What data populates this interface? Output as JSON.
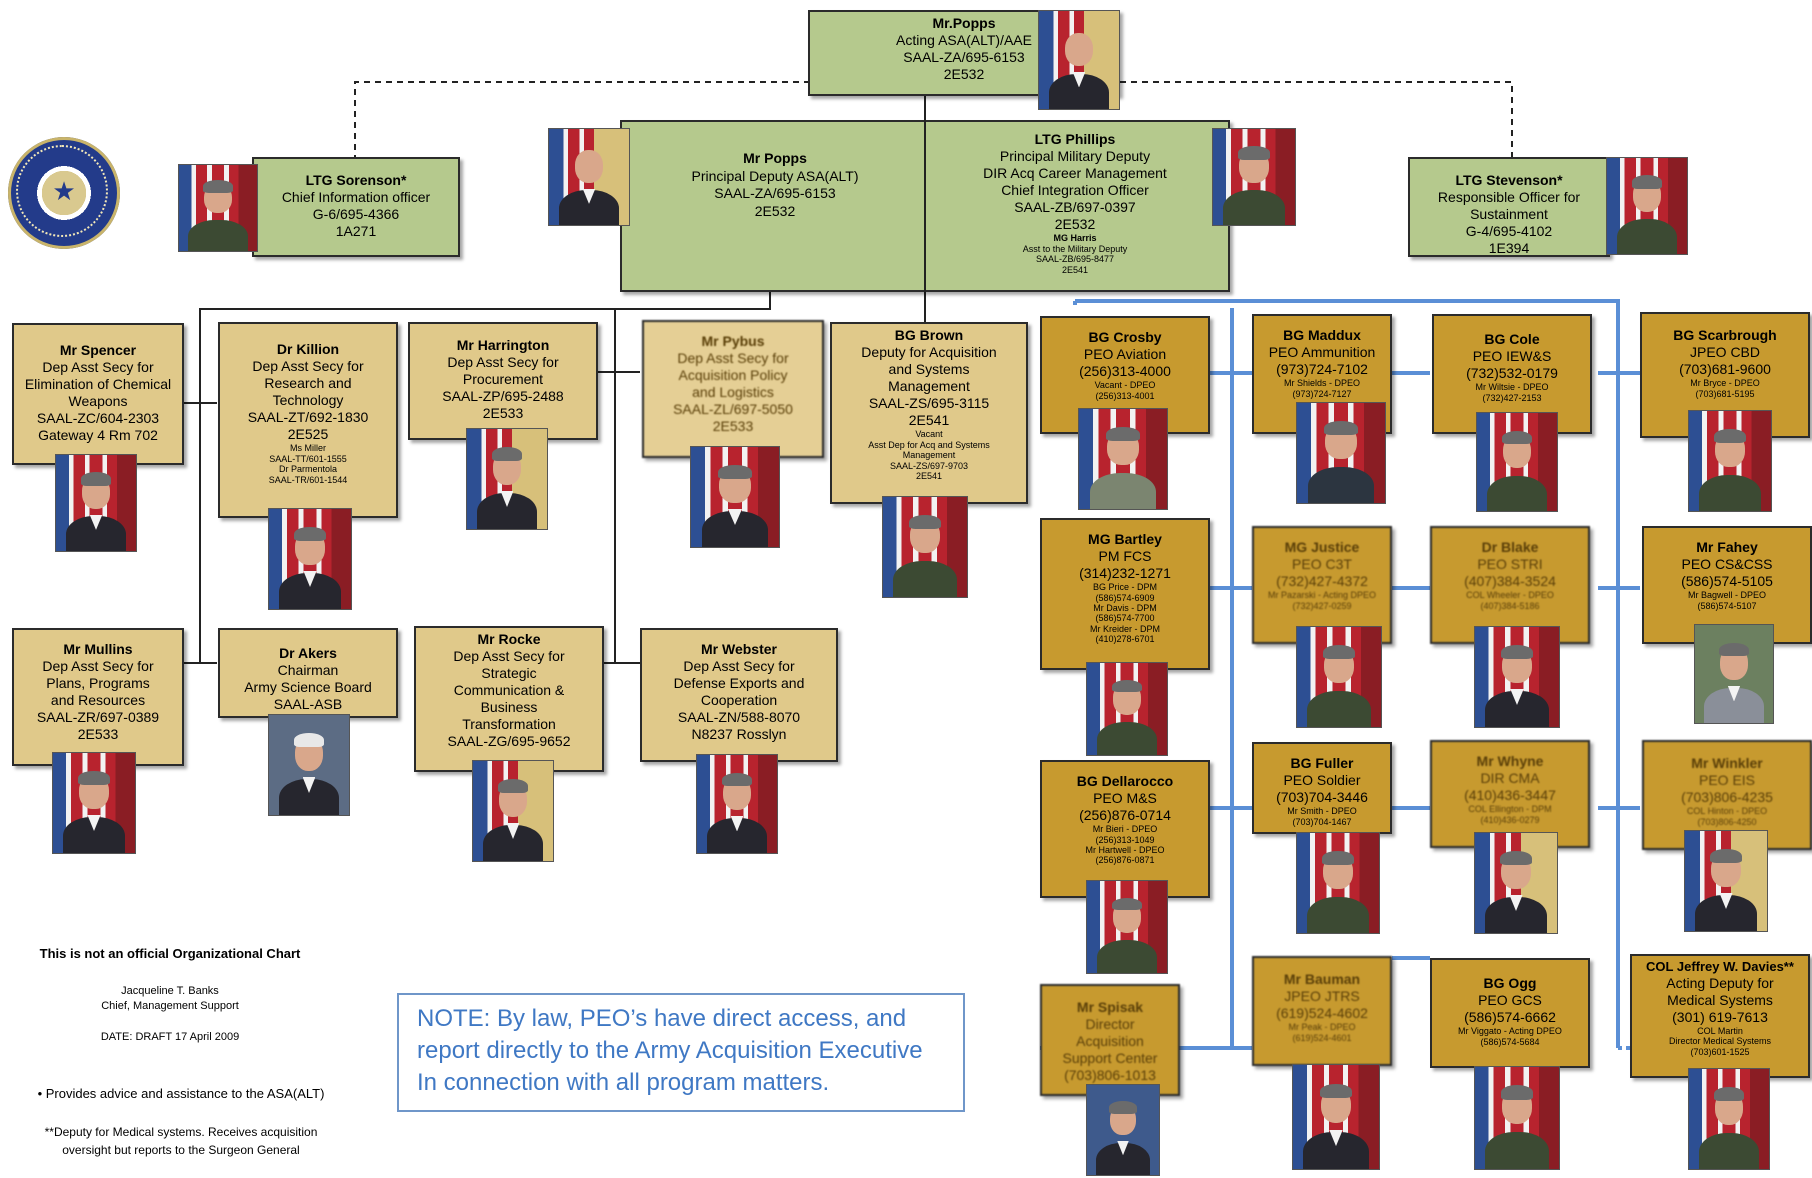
{
  "top": {
    "name": "Mr.Popps",
    "title": "Acting ASA(ALT)/AAE",
    "line1": "SAAL-ZA/695-6153",
    "line2": "2E532"
  },
  "principal_left": {
    "name": "Mr Popps",
    "title": "Principal Deputy ASA(ALT)",
    "line1": "SAAL-ZA/695-6153",
    "line2": "2E532"
  },
  "principal_right": {
    "name": "LTG Phillips",
    "title": "Principal Military Deputy",
    "l1": "DIR Acq Career Management",
    "l2": "Chief Integration Officer",
    "l3": "SAAL-ZB/697-0397",
    "l4": "2E532",
    "sub_name": "MG Harris",
    "sub_title": "Asst to the Military Deputy",
    "sub_l1": "SAAL-ZB/695-8477",
    "sub_l2": "2E541"
  },
  "sorenson": {
    "name": "LTG Sorenson*",
    "title": "Chief Information officer",
    "l1": "G-6/695-4366",
    "l2": "1A271"
  },
  "stevenson": {
    "name": "LTG Stevenson*",
    "t1": "Responsible Officer for",
    "t2": "Sustainment",
    "l1": "G-4/695-4102",
    "l2": "1E394"
  },
  "deputies": {
    "spencer": {
      "name": "Mr Spencer",
      "t1": "Dep Asst Secy for",
      "t2": "Elimination of Chemical",
      "t3": "Weapons",
      "l1": "SAAL-ZC/604-2303",
      "l2": "Gateway 4 Rm 702"
    },
    "killion": {
      "name": "Dr Killion",
      "t1": "Dep Asst Secy for",
      "t2": "Research and",
      "t3": "Technology",
      "l1": "SAAL-ZT/692-1830",
      "l2": "2E525",
      "s1": "Ms Miller",
      "s2": "SAAL-TT/601-1555",
      "s3": "Dr Parmentola",
      "s4": "SAAL-TR/601-1544"
    },
    "harrington": {
      "name": "Mr Harrington",
      "t1": "Dep Asst Secy for",
      "t2": "Procurement",
      "l1": "SAAL-ZP/695-2488",
      "l2": "2E533"
    },
    "pybus": {
      "name": "Mr Pybus",
      "t1": "Dep Asst Secy for",
      "t2": "Acquisition Policy",
      "t3": "and Logistics",
      "l1": "SAAL-ZL/697-5050",
      "l2": "2E533"
    },
    "brown": {
      "name": "BG Brown",
      "t1": "Deputy for Acquisition",
      "t2": "and Systems",
      "t3": "Management",
      "l1": "SAAL-ZS/695-3115",
      "l2": "2E541",
      "s1": "Vacant",
      "s2": "Asst Dep for Acq and Systems",
      "s3": "Management",
      "s4": "SAAL-ZS/697-9703",
      "s5": "2E541"
    },
    "mullins": {
      "name": "Mr Mullins",
      "t1": "Dep Asst Secy for",
      "t2": "Plans, Programs",
      "t3": "and Resources",
      "l1": "SAAL-ZR/697-0389",
      "l2": "2E533"
    },
    "akers": {
      "name": "Dr Akers",
      "t1": "Chairman",
      "t2": "Army Science Board",
      "l1": "SAAL-ASB"
    },
    "rocke": {
      "name": "Mr Rocke",
      "t1": "Dep Asst Secy for",
      "t2": "Strategic",
      "t3": "Communication &",
      "t4": "Business",
      "t5": "Transformation",
      "l1": "SAAL-ZG/695-9652"
    },
    "webster": {
      "name": "Mr Webster",
      "t1": "Dep Asst Secy for",
      "t2": "Defense Exports and",
      "t3": "Cooperation",
      "l1": "SAAL-ZN/588-8070",
      "l2": "N8237 Rosslyn"
    }
  },
  "peos": {
    "crosby": {
      "name": "BG Crosby",
      "t1": "PEO Aviation",
      "phone": "(256)313-4000",
      "s1": "Vacant - DPEO",
      "s2": "(256)313-4001"
    },
    "bartley": {
      "name": "MG Bartley",
      "t1": "PM FCS",
      "phone": "(314)232-1271",
      "s1": "BG Price - DPM",
      "s2": "(586)574-6909",
      "s3": "Mr Davis - DPM",
      "s4": "(586)574-7700",
      "s5": "Mr Kreider - DPM",
      "s6": "(410)278-6701"
    },
    "dellarocco": {
      "name": "BG Dellarocco",
      "t1": "PEO M&S",
      "phone": "(256)876-0714",
      "s1": "Mr Bieri - DPEO",
      "s2": "(256)313-1049",
      "s3": "Mr Hartwell - DPEO",
      "s4": "(256)876-0871"
    },
    "spisak": {
      "name": "Mr Spisak",
      "t1": "Director",
      "t2": "Acquisition",
      "t3": "Support Center",
      "phone": "(703)806-1013"
    },
    "maddux": {
      "name": "BG Maddux",
      "t1": "PEO Ammunition",
      "phone": "(973)724-7102",
      "s1": "Mr Shields - DPEO",
      "s2": "(973)724-7127"
    },
    "cole": {
      "name": "BG Cole",
      "t1": "PEO IEW&S",
      "phone": "(732)532-0179",
      "s1": "Mr Wiltsie - DPEO",
      "s2": "(732)427-2153"
    },
    "justice": {
      "name": "MG Justice",
      "t1": "PEO C3T",
      "phone": "(732)427-4372",
      "s1": "Mr Pazarski - Acting DPEO",
      "s2": "(732)427-0259"
    },
    "blake": {
      "name": "Dr Blake",
      "t1": "PEO STRI",
      "phone": "(407)384-3524",
      "s1": "COL Wheeler - DPEO",
      "s2": "(407)384-5186"
    },
    "fuller": {
      "name": "BG Fuller",
      "t1": "PEO Soldier",
      "phone": "(703)704-3446",
      "s1": "Mr Smith - DPEO",
      "s2": "(703)704-1467"
    },
    "whyne": {
      "name": "Mr Whyne",
      "t1": "DIR CMA",
      "phone": "(410)436-3447",
      "s1": "COL Ellington - DPM",
      "s2": "(410)436-0279"
    },
    "bauman": {
      "name": "Mr Bauman",
      "t1": "JPEO JTRS",
      "phone": "(619)524-4602",
      "s1": "Mr Peak - DPEO",
      "s2": "(619)524-4601"
    },
    "ogg": {
      "name": "BG Ogg",
      "t1": "PEO GCS",
      "phone": "(586)574-6662",
      "s1": "Mr Viggato - Acting DPEO",
      "s2": "(586)574-5684"
    },
    "scarbrough": {
      "name": "BG Scarbrough",
      "t1": "JPEO CBD",
      "phone": "(703)681-9600",
      "s1": "Mr Bryce - DPEO",
      "s2": "(703)681-5195"
    },
    "fahey": {
      "name": "Mr Fahey",
      "t1": "PEO CS&CSS",
      "phone": "(586)574-5105",
      "s1": "Mr Bagwell - DPEO",
      "s2": "(586)574-5107"
    },
    "winkler": {
      "name": "Mr Winkler",
      "t1": "PEO EIS",
      "phone": "(703)806-4235",
      "s1": "COL Hinton - DPEO",
      "s2": "(703)806-4250"
    },
    "davies": {
      "name": "COL Jeffrey W. Davies**",
      "t1": "Acting Deputy for",
      "t2": "Medical Systems",
      "phone": "(301) 619-7613",
      "s1": "COL Martin",
      "s2": "Director Medical Systems",
      "s3": "(703)601-1525"
    }
  },
  "footer": {
    "disclaimer": "This is not an official Organizational Chart",
    "author": "Jacqueline T. Banks",
    "author_title": "Chief, Management Support",
    "date": "DATE: DRAFT 17 April 2009",
    "note1": "• Provides advice and assistance to the ASA(ALT)",
    "note2a": "**Deputy for Medical systems.  Receives acquisition",
    "note2b": "oversight but reports to the Surgeon General"
  },
  "note": {
    "l1": "NOTE: By law, PEO’s have direct access, and",
    "l2": "report directly to the Army Acquisition Executive",
    "l3": "In connection with all program matters."
  },
  "colors": {
    "green": "#b5c98d",
    "tan": "#e0c98a",
    "gold": "#c79a2f",
    "blue_connector": "#5b8fd6",
    "note_text": "#3f78c4"
  }
}
